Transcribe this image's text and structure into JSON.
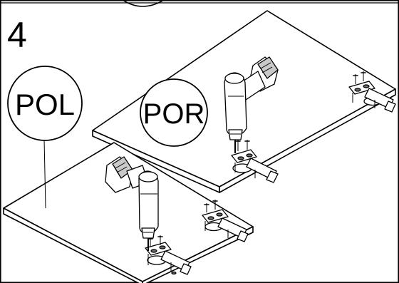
{
  "step": {
    "number": "4"
  },
  "labels": {
    "left_panel": "POL",
    "right_panel": "POR"
  }
}
